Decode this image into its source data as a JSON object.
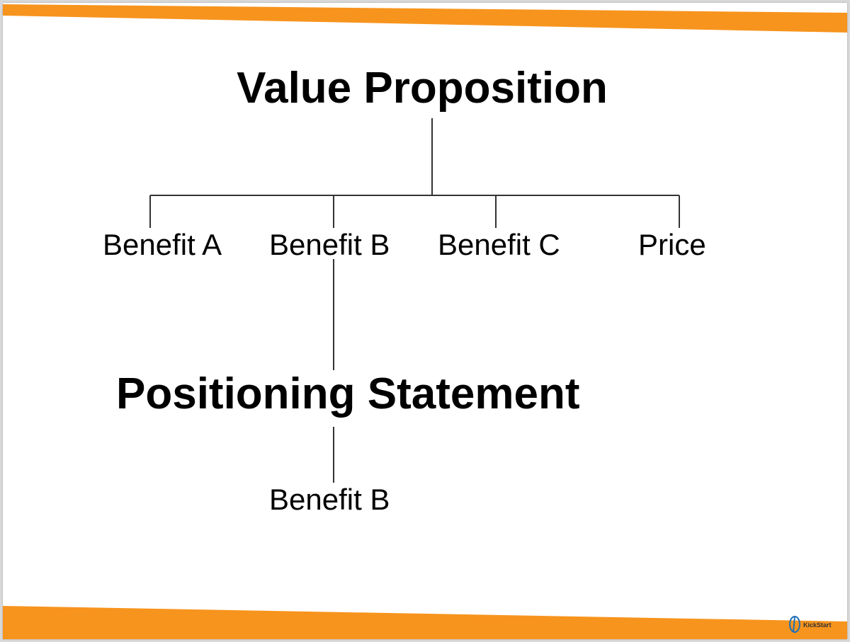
{
  "slide": {
    "title": "Value Proposition",
    "benefits": [
      "Benefit A",
      "Benefit B",
      "Benefit C",
      "Price"
    ],
    "positioning_title": "Positioning Statement",
    "positioning_benefit": "Benefit B"
  },
  "logo": {
    "text": "KickStart",
    "icon": "kickstart-logo-icon"
  },
  "colors": {
    "accent_band": "#f7941d",
    "line": "#333333",
    "text": "#000000",
    "logo_blue": "#1e6fb8"
  }
}
